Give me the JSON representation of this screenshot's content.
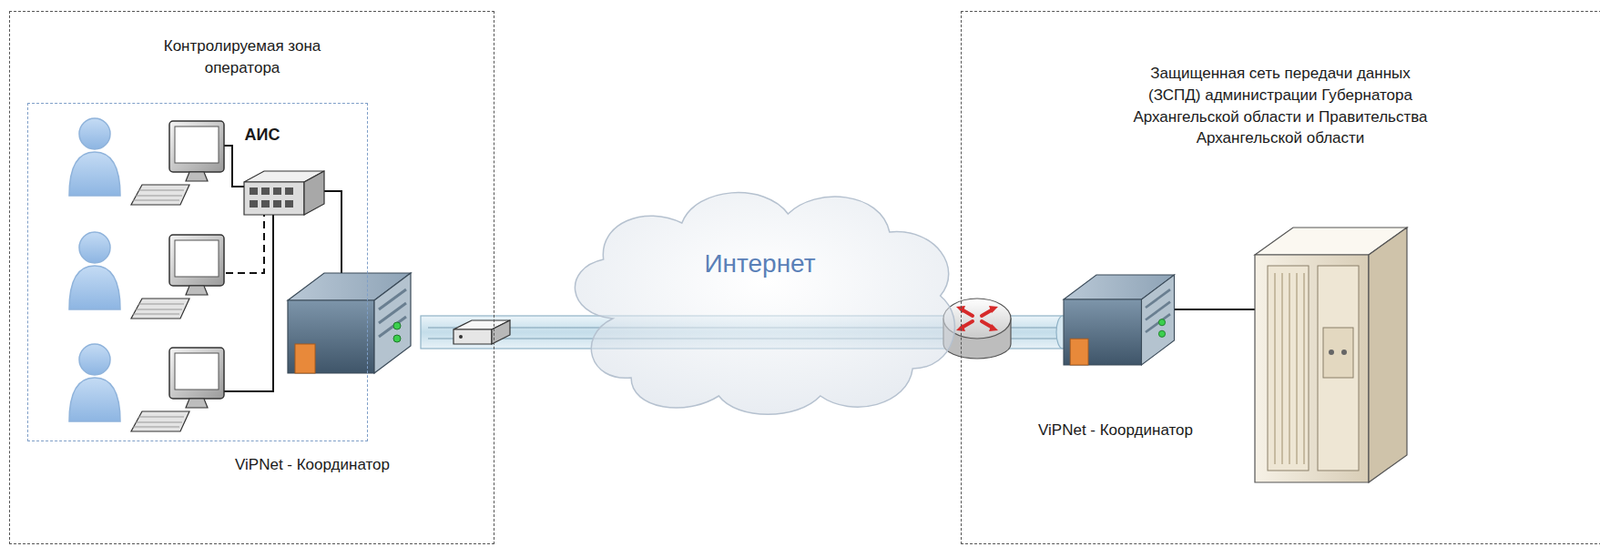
{
  "diagram": {
    "nodes": [
      {
        "text": [
          "Контролируемая зона оператора"
        ]
      },
      {
        "text": [
          "АИС"
        ],
        "in": 0
      },
      {
        "text": [
          "Интернет"
        ]
      },
      {
        "text": [
          "Защищенная сеть передачи данных (ЗСПД) администрации Губернатора Архангельской области и Правительства Архангельской области"
        ]
      }
    ],
    "labels": [
      "ViPNet - Координатор",
      "ViPNet - Координатор"
    ]
  }
}
